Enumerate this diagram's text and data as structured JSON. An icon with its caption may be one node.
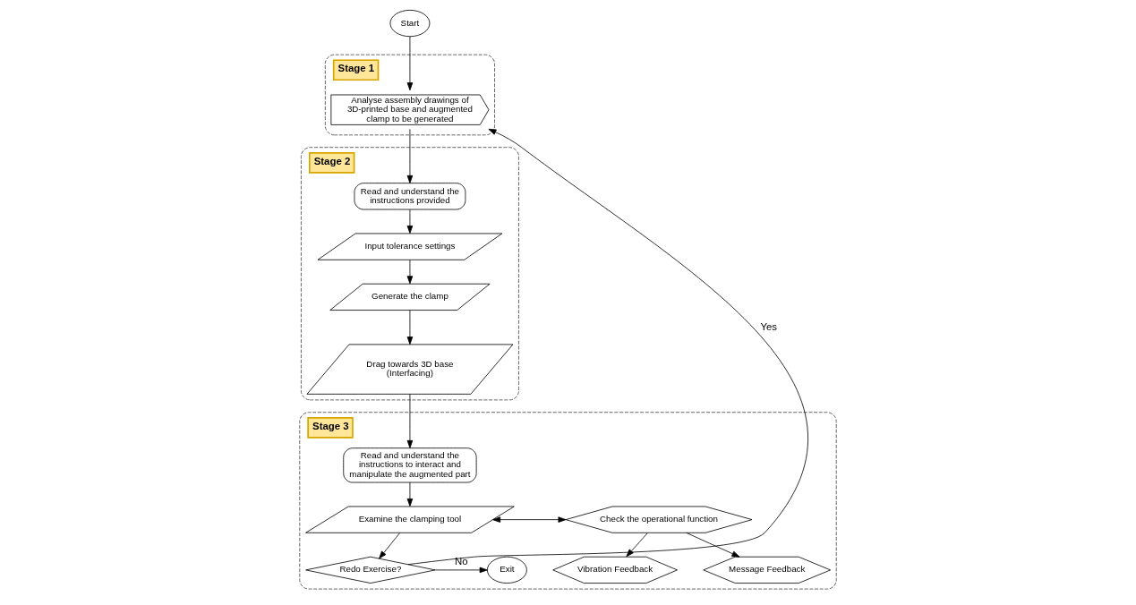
{
  "diagram": {
    "nodes": [
      {
        "text": [
          "Start"
        ]
      },
      {
        "text": [
          "Stage 1"
        ]
      },
      {
        "text": [
          "Analyse assembly drawings of 3D-printed base and augmented clamp to be generated"
        ],
        "in": 1
      },
      {
        "text": [
          "Stage 2"
        ]
      },
      {
        "text": [
          "Read and understand the instructions provided"
        ],
        "in": 3
      },
      {
        "text": [
          "Input tolerance settings"
        ],
        "in": 3
      },
      {
        "text": [
          "Generate the clamp"
        ],
        "in": 3
      },
      {
        "text": [
          "Drag towards 3D base (Interfacing)"
        ],
        "in": 3
      },
      {
        "text": [
          "Stage 3"
        ]
      },
      {
        "text": [
          "Read and understand the instructions to interact and manipulate the augmented part"
        ],
        "in": 8
      },
      {
        "text": [
          "Examine the clamping tool"
        ],
        "in": 8
      },
      {
        "text": [
          "Check the operational function"
        ],
        "in": 8
      },
      {
        "text": [
          "Message Feedback"
        ],
        "in": 8
      },
      {
        "text": [
          "Vibration Feedback"
        ],
        "in": 8
      },
      {
        "text": [
          "Redo Exercise?"
        ],
        "in": 8
      },
      {
        "text": [
          "Exit"
        ],
        "in": 8
      }
    ],
    "edges": [
      {
        "from": 0,
        "to": 2,
        "arrow": "to"
      },
      {
        "from": 2,
        "to": 4,
        "arrow": "to"
      },
      {
        "from": 4,
        "to": 5,
        "arrow": "to"
      },
      {
        "from": 5,
        "to": 6,
        "arrow": "to"
      },
      {
        "from": 6,
        "to": 7,
        "arrow": "to"
      },
      {
        "from": 7,
        "to": 9,
        "arrow": "to"
      },
      {
        "from": 9,
        "to": 10,
        "arrow": "to"
      },
      {
        "from": 10,
        "to": 11,
        "arrow": "both"
      },
      {
        "from": 11,
        "to": 12,
        "arrow": "to"
      },
      {
        "from": 11,
        "to": 13,
        "arrow": "to"
      },
      {
        "from": 10,
        "to": 14,
        "arrow": "to"
      },
      {
        "from": 14,
        "to": 15,
        "arrow": "to",
        "label": "No"
      },
      {
        "from": 14,
        "to": 2,
        "arrow": "to",
        "label": "Yes"
      }
    ]
  }
}
